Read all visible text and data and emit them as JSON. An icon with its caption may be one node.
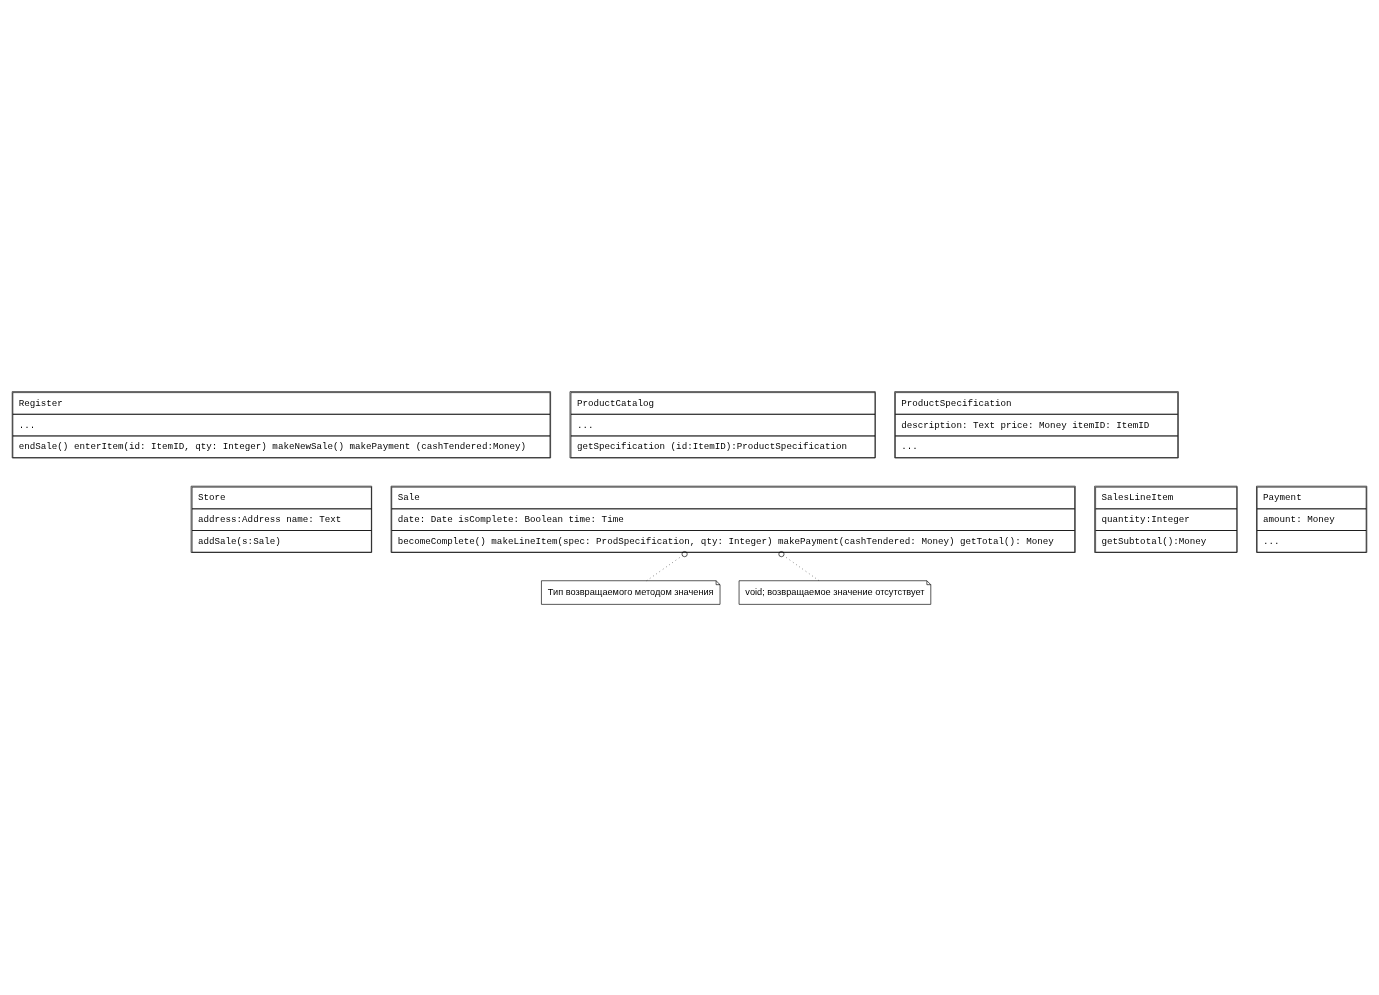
{
  "diagram": {
    "nodes": [
      {
        "text": [
          "Register",
          "...",
          "endSale() enterItem(id: ItemID, qty: Integer) makeNewSale() makePayment (cashTendered:Money)"
        ]
      },
      {
        "text": [
          "ProductCatalog",
          "...",
          "getSpecification (id:ItemID):ProductSpecification"
        ]
      },
      {
        "text": [
          "ProductSpecification",
          "description: Text price: Money itemID: ItemID",
          "..."
        ]
      },
      {
        "text": [
          "Store",
          "address:Address name: Text",
          "addSale(s:Sale)"
        ]
      },
      {
        "text": [
          "Sale",
          "date: Date isComplete: Boolean time: Time",
          "becomeComplete() makeLineItem(spec: ProdSpecification, qty: Integer) makePayment(cashTendered: Money) getTotal(): Money"
        ]
      },
      {
        "text": [
          "SalesLineItem",
          "quantity:Integer",
          "getSubtotal():Money"
        ]
      },
      {
        "text": [
          "Payment",
          "amount: Money",
          "..."
        ]
      },
      {
        "text": [
          "Тип возвращаемого методом значения"
        ]
      },
      {
        "text": [
          "void; возвращаемое значение отсутствует"
        ]
      }
    ],
    "edges": [
      {
        "from": 7,
        "to": 4,
        "arrow": "other",
        "style": "dashed"
      },
      {
        "from": 8,
        "to": 4,
        "arrow": "other",
        "style": "dashed"
      }
    ]
  }
}
